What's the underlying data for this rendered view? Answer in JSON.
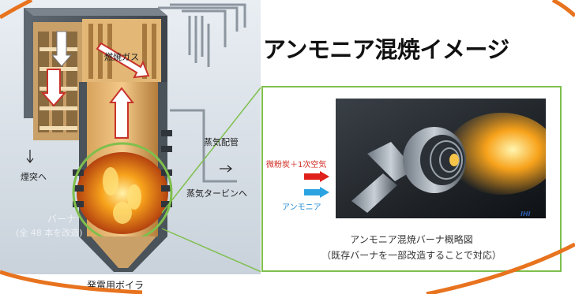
{
  "title": "アンモニア混焼イメージ",
  "boiler": {
    "flue_gas": "燃焼ガス",
    "steam_pipe": "蒸気配管",
    "to_turbine": "蒸気タービンへ",
    "to_chimney": "煙突へ",
    "burner": "バーナ",
    "burner_count": "(全 48 本を改造)",
    "boiler_name": "発電用ボイラ"
  },
  "burner_panel": {
    "coal_air": "微粉炭＋1次空気",
    "ammonia": "アンモニア",
    "brand": "IHI",
    "caption_line1": "アンモニア混焼バーナ概略図",
    "caption_line2": "（既存バーナを一部改造することで対応）"
  },
  "colors": {
    "panel_border": "#7fbf4d",
    "coal_arrow": "#e0201a",
    "ammonia_arrow": "#2aa3e0",
    "flame": "#f7a21b",
    "accent_arc": "#e8731e"
  }
}
